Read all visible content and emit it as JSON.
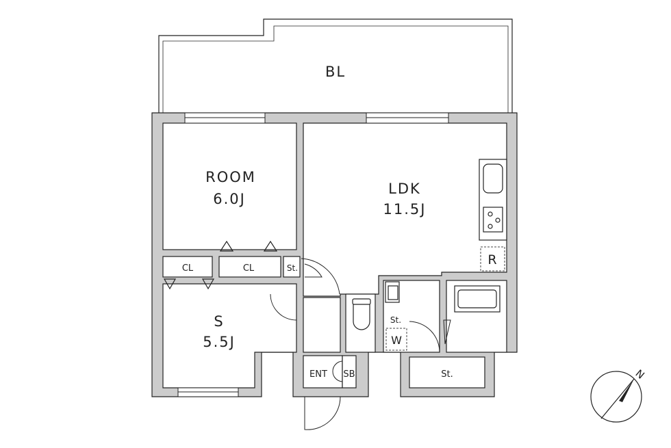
{
  "plan": {
    "balcony": "BL",
    "rooms": [
      {
        "name": "ROOM",
        "size": "6.0J"
      },
      {
        "name": "LDK",
        "size": "11.5J"
      },
      {
        "name": "S",
        "size": "5.5J"
      }
    ],
    "closets": [
      "CL",
      "CL"
    ],
    "storage": [
      "St.",
      "St.",
      "St."
    ],
    "entrance": "ENT",
    "shoe_box": "SB",
    "fridge": "R",
    "washer": "W",
    "compass": "N"
  },
  "colors": {
    "wall": "#cccccc",
    "line": "#222222"
  }
}
